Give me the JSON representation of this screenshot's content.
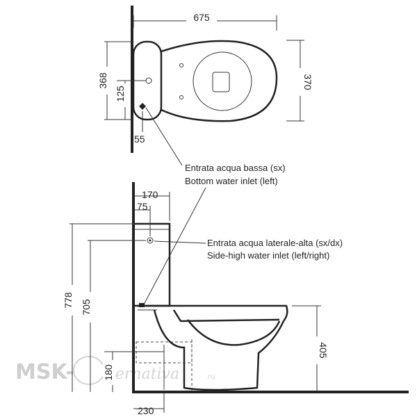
{
  "top_view": {
    "dim_width": "675",
    "dim_depth": "370",
    "dim_tank_depth": "368",
    "dim_inlet_height": "125",
    "dim_inlet_offset": "55"
  },
  "callouts": {
    "bottom_inlet_it": "Entrata acqua bassa (sx)",
    "bottom_inlet_en": "Bottom water inlet (left)",
    "side_inlet_it": "Entrata acqua laterale-alta (sx/dx)",
    "side_inlet_en": "Side-high water inlet (left/right)"
  },
  "side_view": {
    "dim_tank_depth": "170",
    "dim_tank_offset": "75",
    "dim_total_height": "778",
    "dim_inlet_height": "705",
    "dim_bowl_height": "405",
    "dim_drain_height": "180",
    "dim_drain_distance": "230"
  },
  "watermark": {
    "brand": "MSK-",
    "script": "lternativa",
    "suffix": ".ru"
  }
}
